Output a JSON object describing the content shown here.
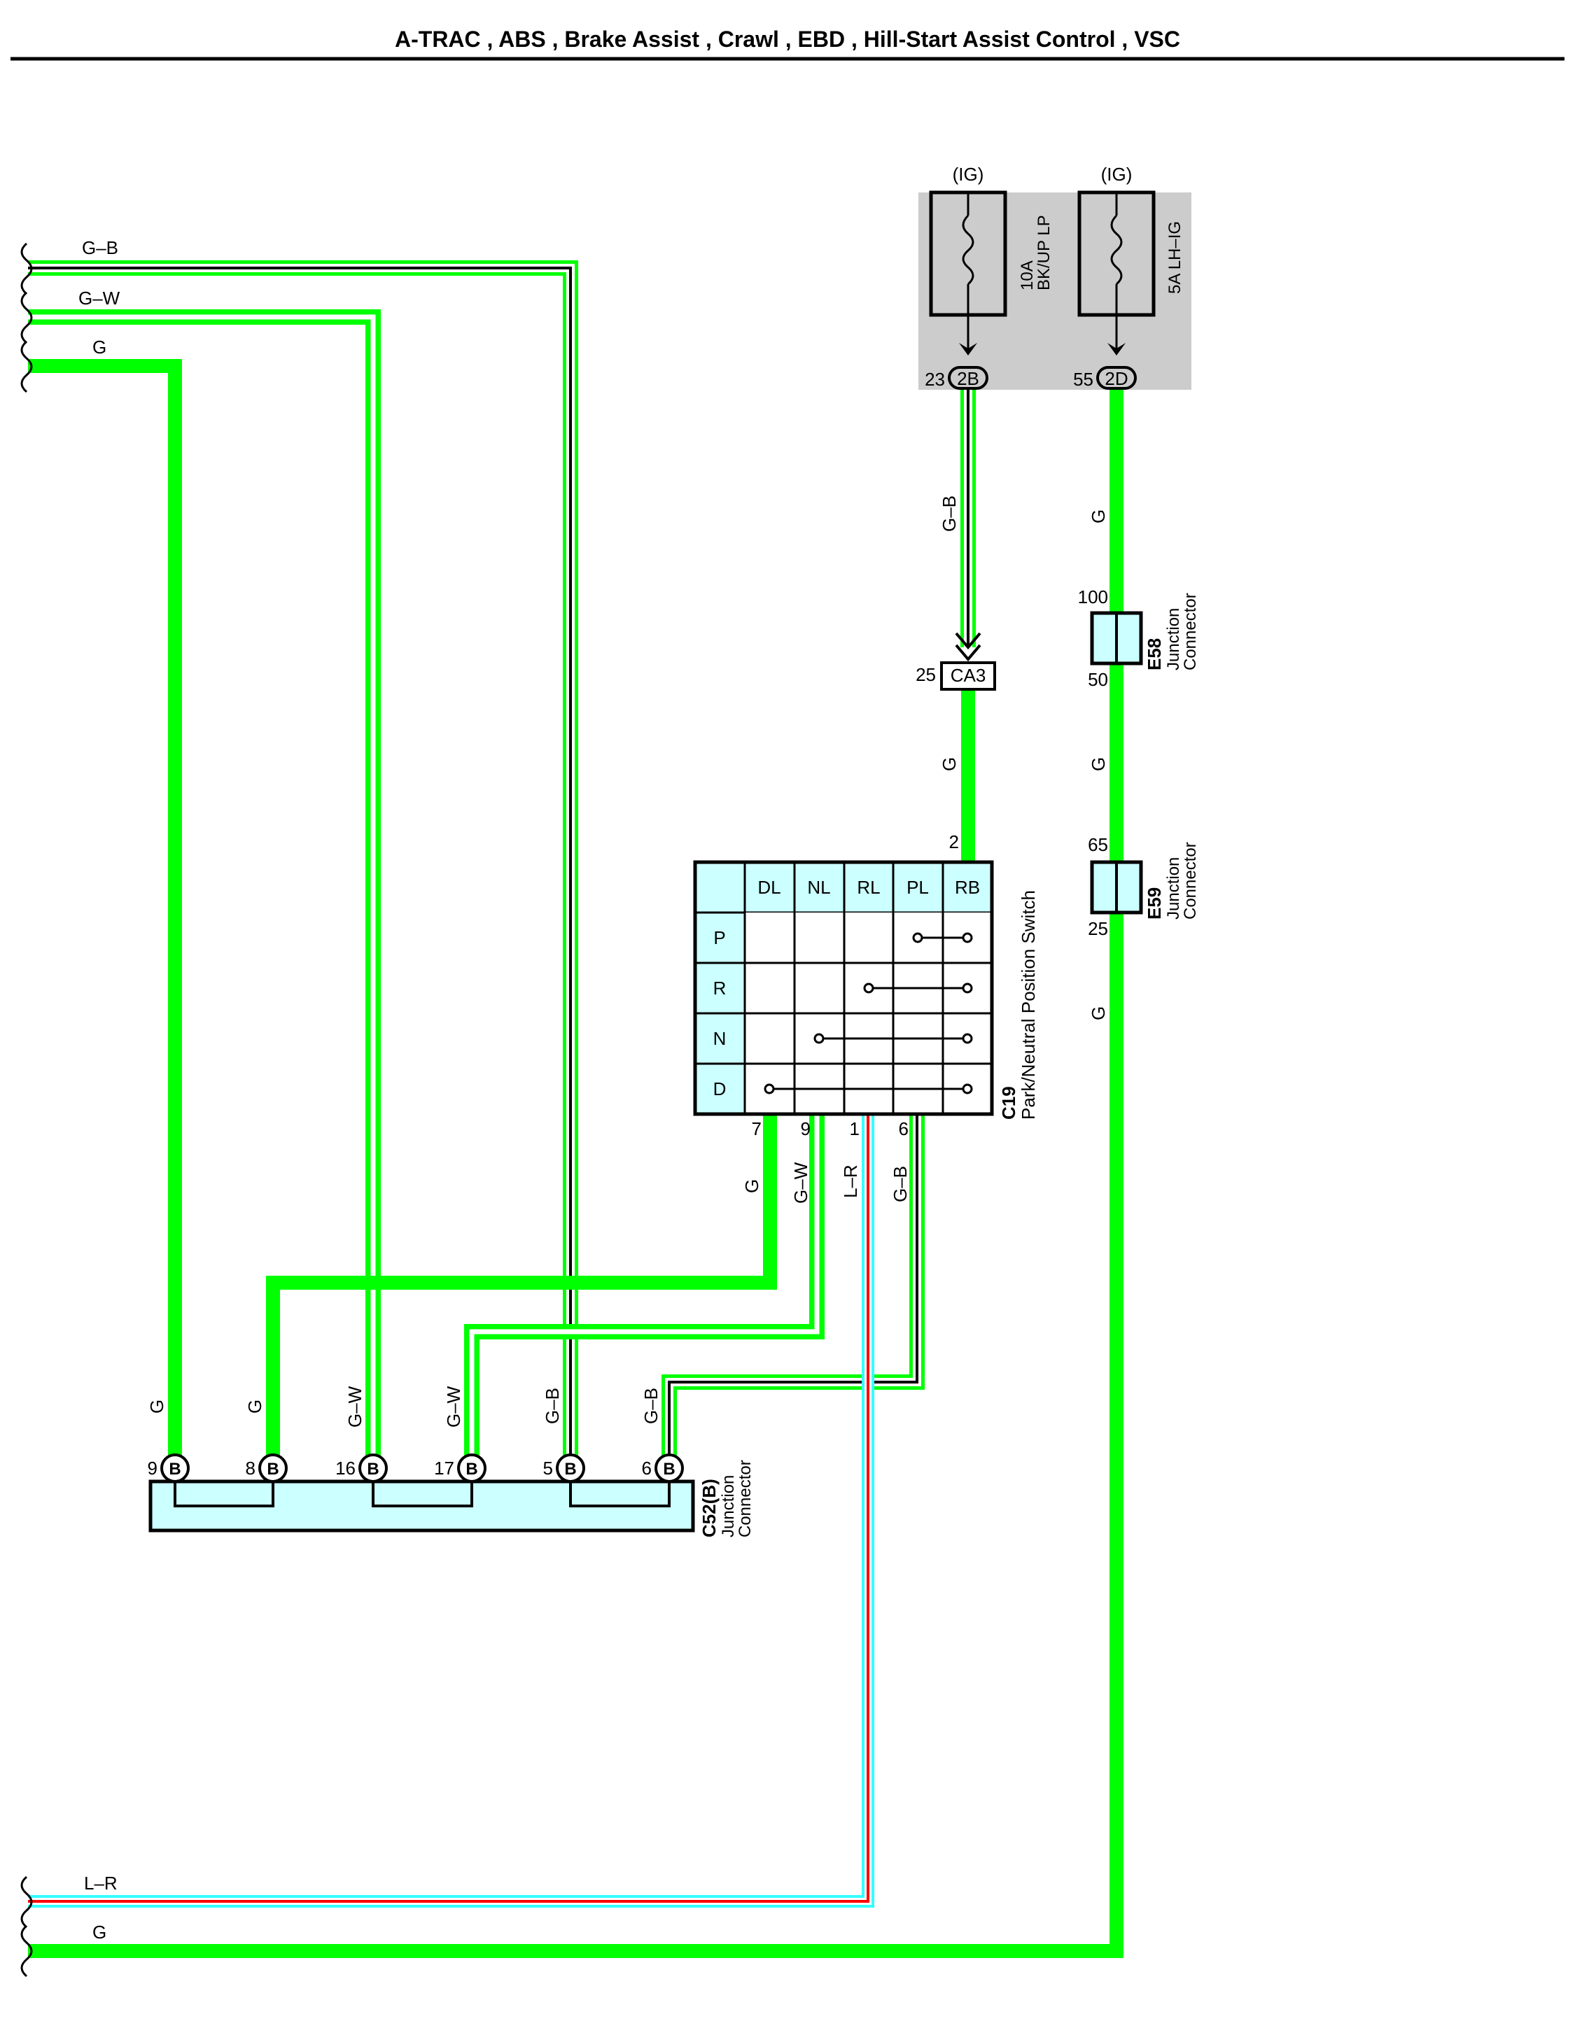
{
  "title": "A-TRAC , ABS , Brake Assist , Crawl , EBD , Hill-Start Assist Control , VSC",
  "colors": {
    "green": "#00ff00",
    "black": "#000000",
    "white": "#ffffff",
    "light_blue": "#33ffff",
    "red": "#ff0000",
    "connector_fill": "#ccffff",
    "fuse_box_fill": "#cccccc"
  },
  "left_wires": {
    "gb": "G–B",
    "gw": "G–W",
    "g": "G",
    "lr": "L–R",
    "g_bottom": "G"
  },
  "fuses": {
    "bkup": {
      "ig": "(IG)",
      "label1": "10A",
      "label2": "BK/UP LP",
      "pin": "23",
      "connector": "2B"
    },
    "lhig": {
      "ig": "(IG)",
      "label": "5A LH–IG",
      "pin": "55",
      "connector": "2D"
    }
  },
  "wire_labels": {
    "gb_vertical": "G–B",
    "g_after_ca3": "G",
    "g_right_1": "G",
    "g_right_2": "G",
    "g_right_3": "G",
    "g_pin7": "G",
    "gw_pin9": "G–W",
    "lr_pin1": "L–R",
    "gb_pin6": "G–B"
  },
  "ca3": {
    "pin": "25",
    "name": "CA3",
    "pin_out": "2"
  },
  "e58": {
    "pin_top": "100",
    "pin_bottom": "50",
    "code": "E58",
    "desc1": "Junction",
    "desc2": "Connector"
  },
  "e59": {
    "pin_top": "65",
    "pin_bottom": "25",
    "code": "E59",
    "desc1": "Junction",
    "desc2": "Connector"
  },
  "switch": {
    "code": "C19",
    "name": "Park/Neutral Position Switch",
    "columns": [
      "DL",
      "NL",
      "RL",
      "PL",
      "RB"
    ],
    "rows": [
      "P",
      "R",
      "N",
      "D"
    ],
    "pins": [
      "7",
      "9",
      "1",
      "6"
    ]
  },
  "c52": {
    "code": "C52(B)",
    "desc1": "Junction",
    "desc2": "Connector",
    "terminal_letter": "B",
    "pins": [
      "9",
      "8",
      "16",
      "17",
      "5",
      "6"
    ],
    "wire_labels": [
      "G",
      "G",
      "G–W",
      "G–W",
      "G–B",
      "G–B"
    ]
  }
}
